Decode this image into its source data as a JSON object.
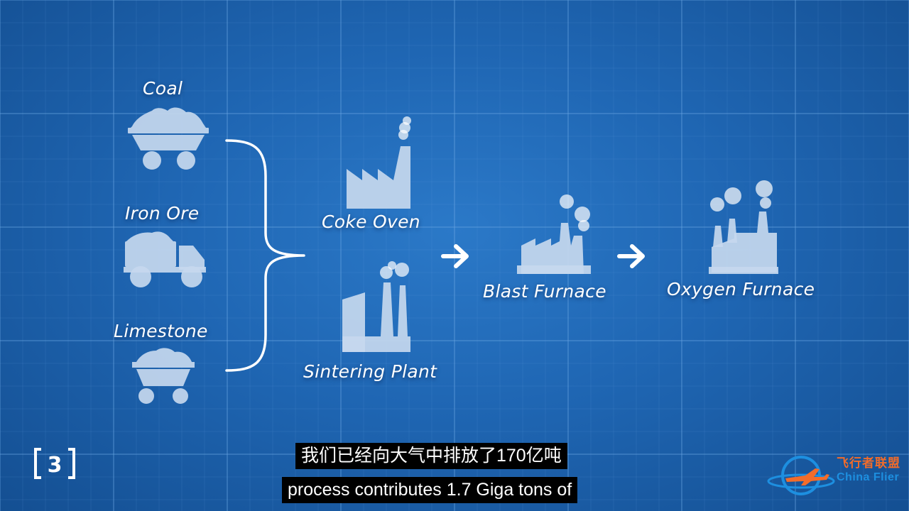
{
  "inputs": {
    "coal": {
      "label": "Coal",
      "icon": "coal-cart-icon"
    },
    "iron_ore": {
      "label": "Iron Ore",
      "icon": "dump-truck-icon"
    },
    "limestone": {
      "label": "Limestone",
      "icon": "limestone-cart-icon"
    }
  },
  "stage1": {
    "coke_oven": {
      "label": "Coke Oven",
      "icon": "coke-oven-factory-icon"
    },
    "sintering_plant": {
      "label": "Sintering Plant",
      "icon": "sintering-plant-factory-icon"
    }
  },
  "stage2": {
    "blast_furnace": {
      "label": "Blast Furnace",
      "icon": "blast-furnace-factory-icon"
    }
  },
  "stage3": {
    "oxygen_furnace": {
      "label": "Oxygen Furnace",
      "icon": "oxygen-furnace-factory-icon"
    }
  },
  "chapter_marker": "3",
  "subtitles": {
    "chinese": "我们已经向大气中排放了170亿吨",
    "english": "process contributes 1.7 Giga tons of"
  },
  "watermark": {
    "chinese": "飞行者联盟",
    "english": "China Flier"
  },
  "colors": {
    "background": "#1f66b3",
    "grid_line": "#4a8fd6",
    "icon_fill": "#c5d8ee",
    "text": "#ffffff",
    "subtitle_bg": "#000000",
    "logo_orange": "#f26c2a",
    "logo_blue": "#1d8fe0"
  }
}
